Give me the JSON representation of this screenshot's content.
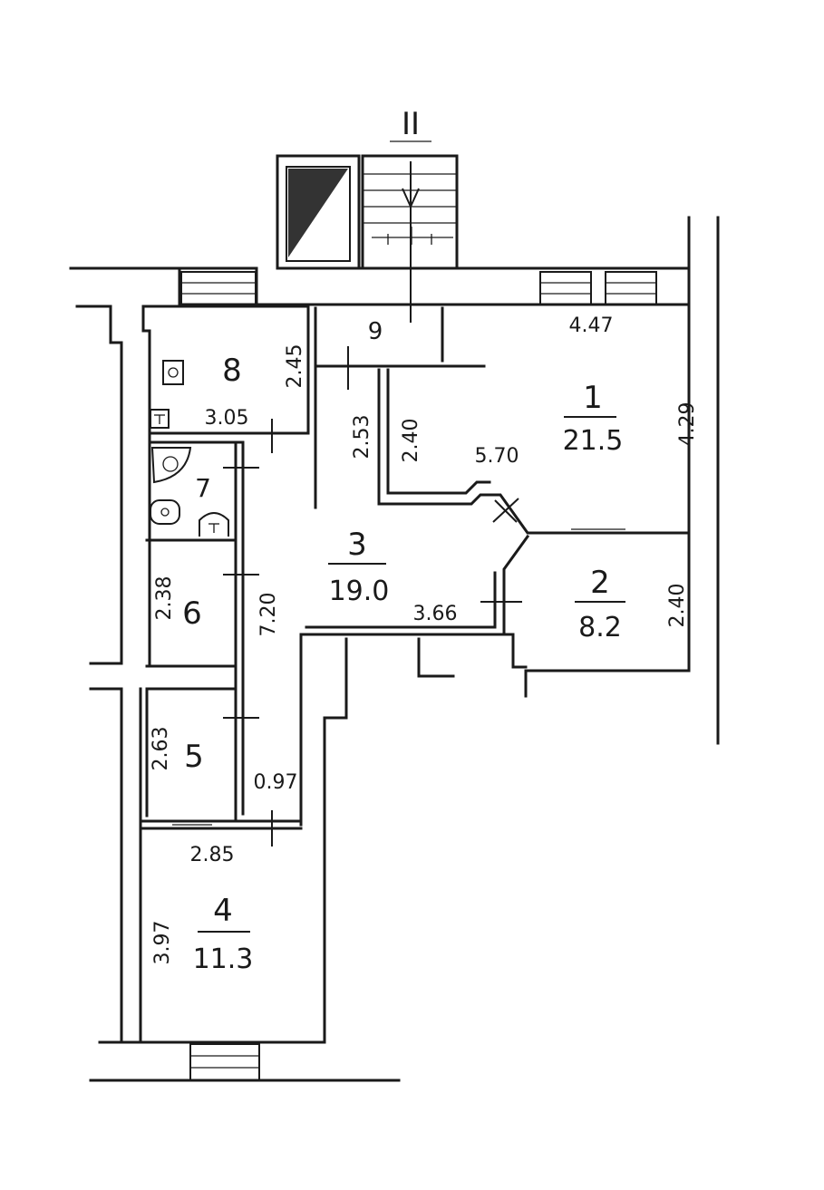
{
  "section_mark": "II",
  "rooms": [
    {
      "number": "1",
      "area": "21.5"
    },
    {
      "number": "2",
      "area": "8.2"
    },
    {
      "number": "3",
      "area": "19.0"
    },
    {
      "number": "4",
      "area": "11.3"
    },
    {
      "number": "5"
    },
    {
      "number": "6"
    },
    {
      "number": "7"
    },
    {
      "number": "8"
    },
    {
      "number": "9"
    }
  ],
  "dimensions": {
    "r1_top": "4.47",
    "r1_right": "4.29",
    "r1_bottom": "5.70",
    "r1_left": "2.40",
    "r1_corridor": "2.53",
    "r8_right": "2.45",
    "r8_bottom": "3.05",
    "r3_hall": "7.20",
    "r3_bottom": "3.66",
    "r2_right": "2.40",
    "r6_left": "2.38",
    "r5_left": "2.63",
    "r5_door": "0.97",
    "r4_top": "2.85",
    "r4_left": "3.97"
  },
  "colors": {
    "line": "#1a1a1a",
    "hatch": "#333333",
    "background": "#ffffff"
  }
}
